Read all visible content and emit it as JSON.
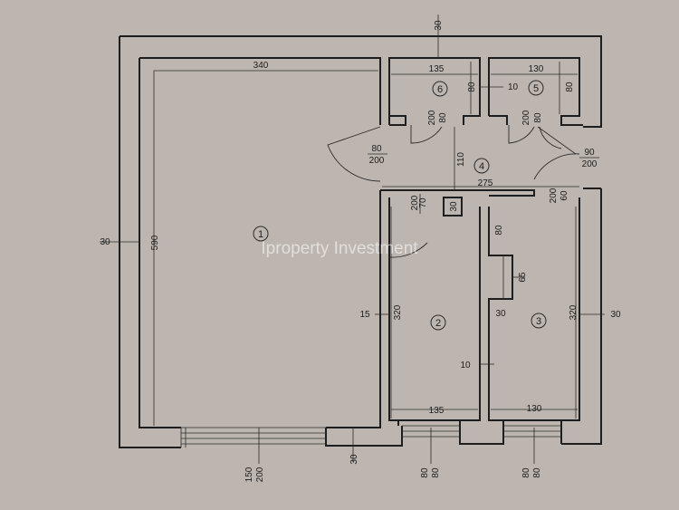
{
  "watermark": "Iproperty Investment",
  "rooms": [
    {
      "number": "1"
    },
    {
      "number": "2"
    },
    {
      "number": "3"
    },
    {
      "number": "4"
    },
    {
      "number": "5"
    },
    {
      "number": "6"
    }
  ],
  "dimensions": {
    "top_wall": "30",
    "room1_width": "340",
    "room6_width": "135",
    "room5_width": "130",
    "room6_depth": "80",
    "partition_10": "10",
    "room5_depth": "80",
    "door6_w": "80",
    "door6_h": "200",
    "door5_w": "80",
    "door5_h": "200",
    "door1_w": "80",
    "door1_h": "200",
    "hall_depth": "110",
    "door3_w": "90",
    "door3_h": "200",
    "hall_width": "275",
    "door2_w": "70",
    "door2_h": "200",
    "step_30": "30",
    "door3b_w": "60",
    "door3b_h": "200",
    "left_wall": "30",
    "room1_height": "590",
    "room3_notch": "80",
    "room3_offset": "65",
    "wall15": "15",
    "room2_height": "320",
    "room3_step": "30",
    "room3_height": "320",
    "right_wall": "30",
    "wall10": "10",
    "room2_width": "135",
    "room3_width": "130",
    "bottom_wall": "30",
    "win1_w": "200",
    "win1_h": "150",
    "win2_w": "80",
    "win2_h": "80",
    "win3_w": "80",
    "win3_h": "80"
  }
}
